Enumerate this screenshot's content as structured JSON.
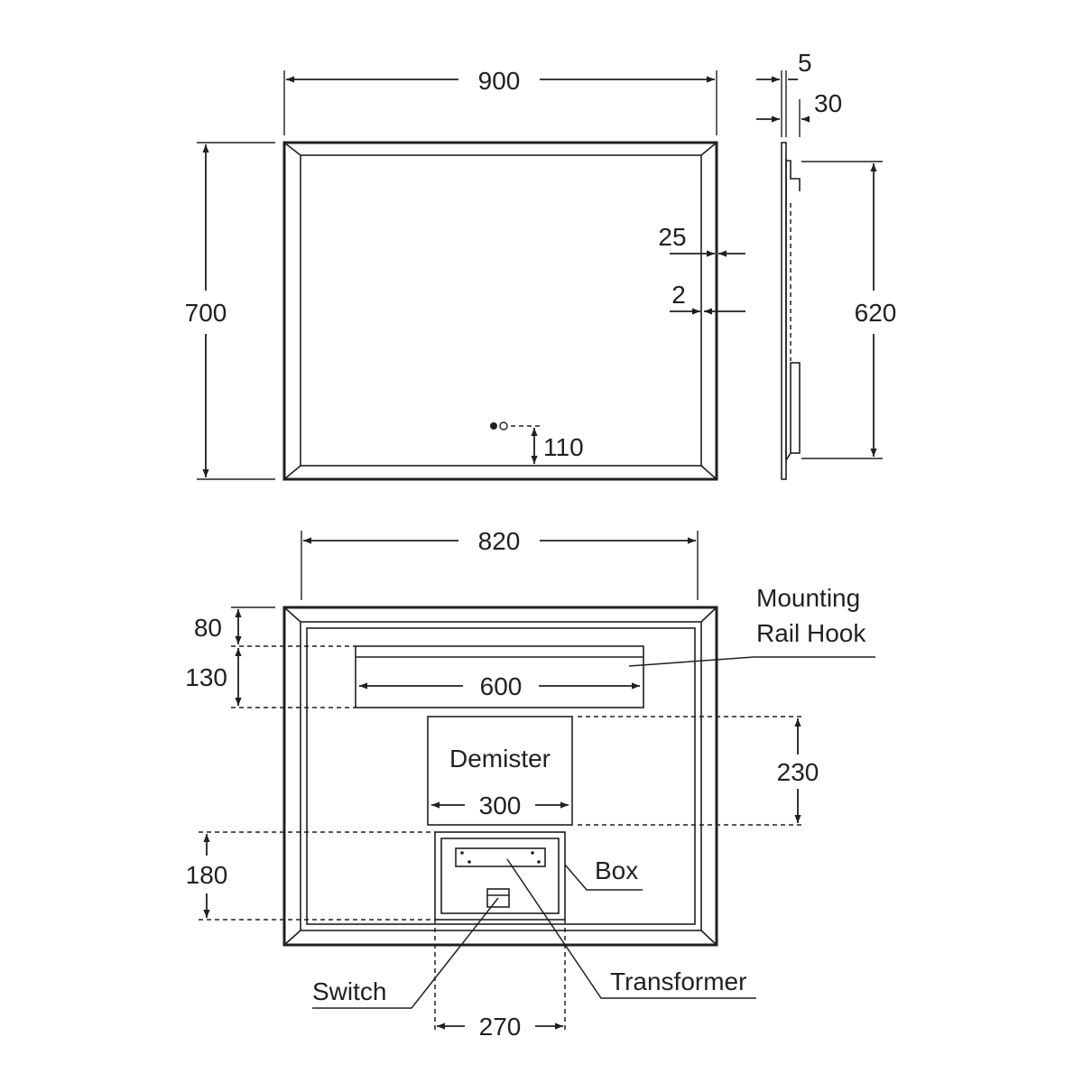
{
  "front_view": {
    "width": "900",
    "height": "700",
    "touch_sensor_offset": "110",
    "frame_depth": "25",
    "glass_offset": "2"
  },
  "side_view": {
    "mirror_thickness": "5",
    "total_depth": "30",
    "hook_spacing": "620"
  },
  "rear_view": {
    "overall_width": "820",
    "rail_offset": "80",
    "rail_height": "130",
    "rail_width": "600",
    "demister_label": "Demister",
    "demister_width": "300",
    "demister_height": "230",
    "box_height": "180",
    "box_width": "270"
  },
  "callouts": {
    "rail_hook_line1": "Mounting",
    "rail_hook_line2": "Rail Hook",
    "box": "Box",
    "switch": "Switch",
    "transformer": "Transformer"
  }
}
